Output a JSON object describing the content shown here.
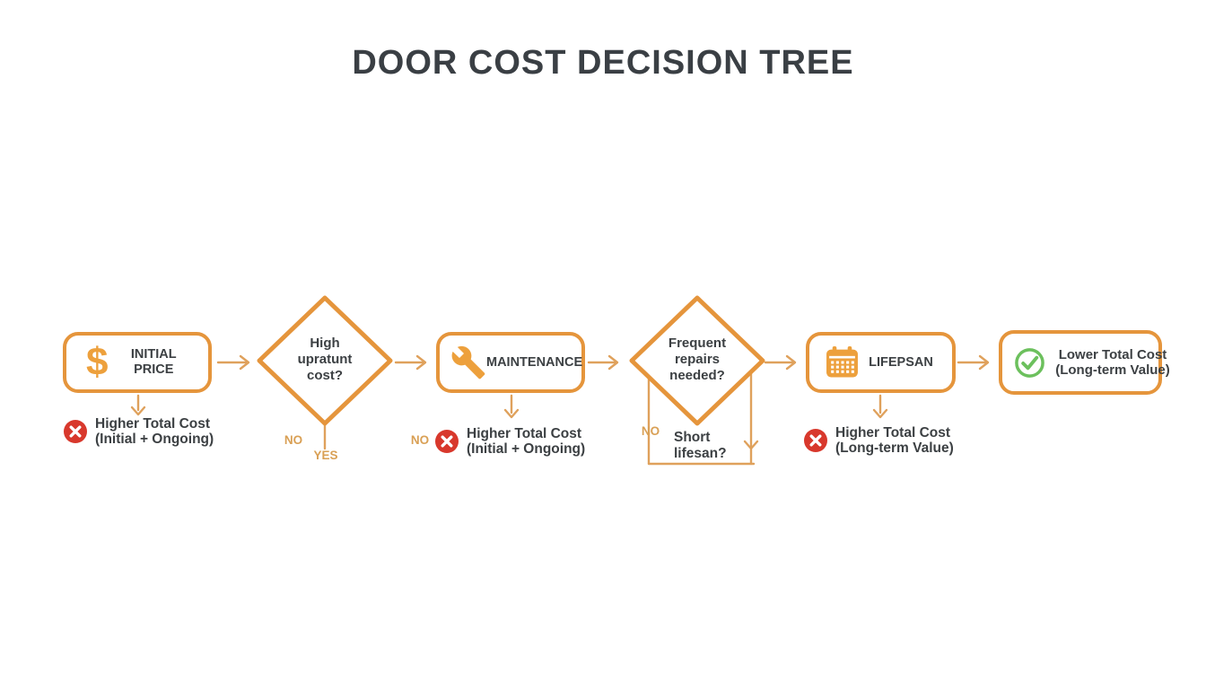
{
  "title": "DOOR COST DECISION TREE",
  "colors": {
    "accent_orange": "#e5953c",
    "icon_orange": "#eda03c",
    "connector_orange": "#dfa15c",
    "text_dark": "#3c4043",
    "error_red": "#d8382c",
    "success_green": "#6cc05d"
  },
  "icons": {
    "dollar_glyph": "$"
  },
  "nodes": {
    "initial_price": {
      "label": "INITIAL PRICE",
      "icon": "dollar-icon"
    },
    "high_upfront_cost": {
      "question": "High upratunt cost?"
    },
    "maintenance": {
      "label": "MAINTENANCE",
      "icon": "wrench-icon"
    },
    "frequent_repairs": {
      "question": "Frequent repairs needed?"
    },
    "lifespan": {
      "label": "LIFEPSAN",
      "icon": "calendar-icon"
    },
    "lower_total_cost": {
      "label": "Lower Total Cost (Long-term Value)",
      "icon": "check-icon"
    }
  },
  "outcomes": {
    "initial_price": {
      "line1": "Higher Total Cost",
      "line2": "(Initial + Ongoing)"
    },
    "maintenance": {
      "no_label": "NO",
      "line1": "Higher Total Cost",
      "line2": "(Initial + Ongoing)"
    },
    "lifespan": {
      "line1": "Higher Total Cost",
      "line2": "(Long-term Value)"
    }
  },
  "edge_labels": {
    "high_upfront_no": "NO",
    "high_upfront_yes": "YES",
    "frequent_repairs_no": "NO",
    "short_lifespan_question": "Short lifesan?"
  }
}
